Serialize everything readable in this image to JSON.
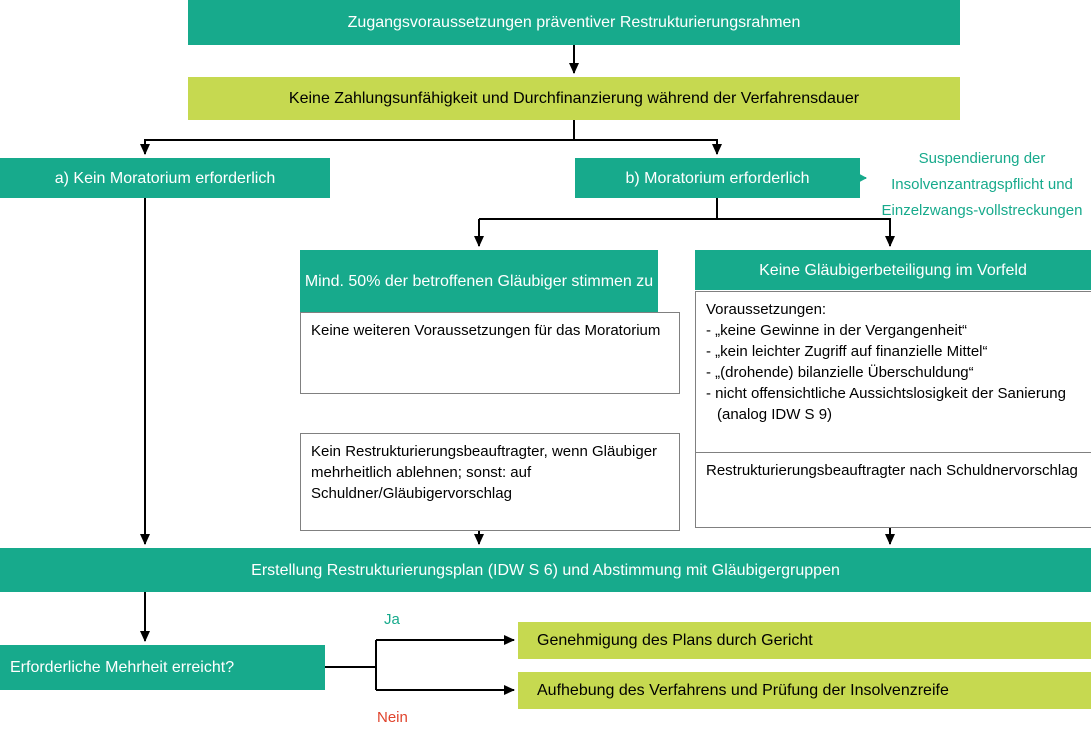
{
  "colors": {
    "teal": "#17aa8c",
    "lime": "#c6d950",
    "no_red": "#e0432c",
    "arrow_black": "#000000",
    "box_border_gray": "#808080"
  },
  "nodes": {
    "title": "Zugangsvoraussetzungen präventiver Restrukturierungsrahmen",
    "condition": "Keine Zahlungsunfähigkeit und Durchfinanzierung während der Verfahrensdauer",
    "branch_a": "a) Kein Moratorium erforderlich",
    "branch_b": "b) Moratorium erforderlich",
    "suspension_note": "Suspendierung der Insolvenzantragspflicht und Einzelzwangs-vollstreckungen",
    "consent_header": "Mind. 50% der betroffenen Gläubiger stimmen zu",
    "consent_body": "Keine weiteren Voraussetzungen für das Moratorium",
    "no_participation_header": "Keine Gläubigerbeteiligung im Vorfeld",
    "requirements_title": "Voraussetzungen:",
    "requirements": [
      "- „keine Gewinne in der Vergangenheit“",
      "- „kein leichter Zugriff auf finanzielle Mittel“",
      "- „(drohende) bilanzielle Überschuldung“",
      "- nicht offensichtliche Aussichtslosigkeit der Sanierung (analog IDW S 9)"
    ],
    "officer_mid": "Kein Restrukturierungsbeauftragter, wenn Gläubiger mehrheitlich ablehnen; sonst: auf Schuldner/Gläubigervorschlag",
    "officer_right": "Restrukturierungsbeauftragter nach Schuldnervorschlag",
    "plan": "Erstellung Restrukturierungsplan (IDW S 6) und Abstimmung mit Gläubigergruppen",
    "majority_question": "Erforderliche Mehrheit erreicht?",
    "label_yes": "Ja",
    "label_no": "Nein",
    "outcome_approved": "Genehmigung des Plans durch Gericht",
    "outcome_rejected": "Aufhebung des Verfahrens und Prüfung der Insolvenzreife"
  }
}
